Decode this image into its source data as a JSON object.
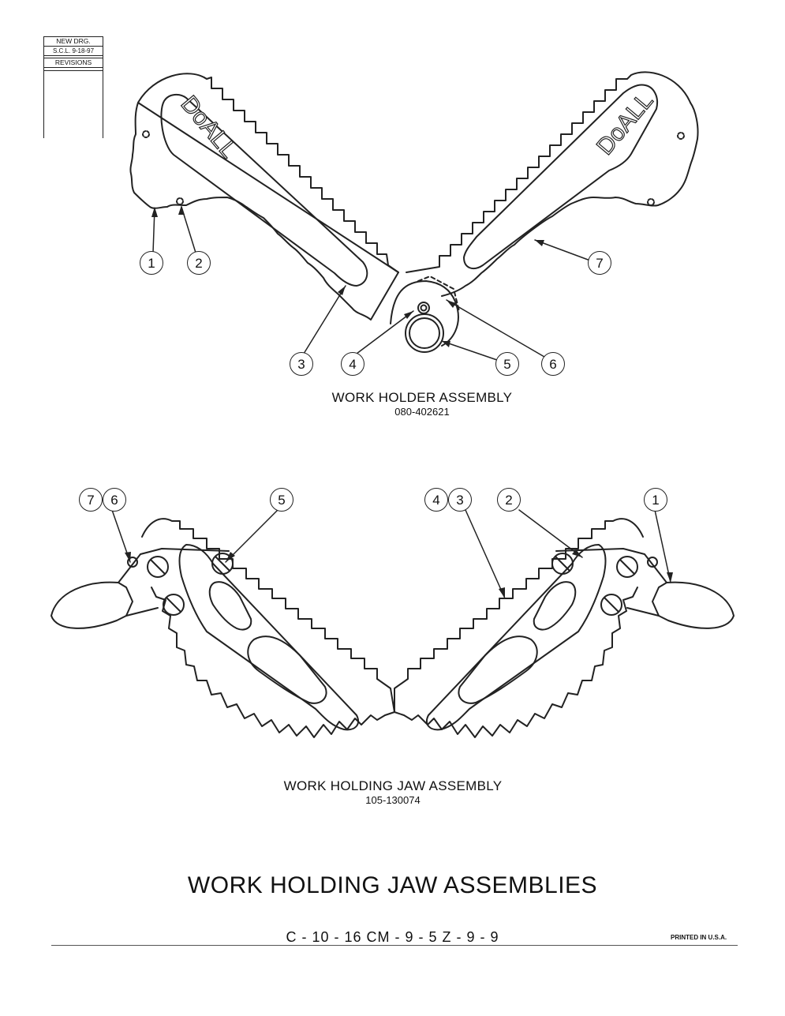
{
  "revisions": {
    "line1": "NEW DRG.",
    "line2": "S.C.L.  9-18-97",
    "header": "REVISIONS"
  },
  "brand": "DoALL",
  "work_holder": {
    "callouts": [
      "1",
      "2",
      "3",
      "4",
      "5",
      "6",
      "7"
    ],
    "title": "WORK HOLDER ASSEMBLY",
    "part_number": "080-402621"
  },
  "jaw_assembly": {
    "callouts": [
      "7",
      "6",
      "5",
      "4",
      "3",
      "2",
      "1"
    ],
    "title": "WORK HOLDING JAW ASSEMBLY",
    "part_number": "105-130074"
  },
  "page_title": "WORK HOLDING JAW ASSEMBLIES",
  "footer": {
    "codes": "C - 10 - 16    CM - 9 - 5    Z - 9 - 9",
    "printed": "PRINTED IN U.S.A."
  }
}
